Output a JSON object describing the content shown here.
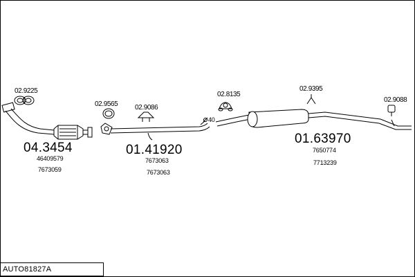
{
  "diagram_code": "AUTO81827A",
  "groups": [
    {
      "id": "front",
      "part_number": "04.3454",
      "refs": [
        "46409579",
        "7673059"
      ]
    },
    {
      "id": "middle",
      "part_number": "01.41920",
      "refs": [
        "7673063",
        "7673063"
      ]
    },
    {
      "id": "rear",
      "part_number": "01.63970",
      "refs": [
        "7650774",
        "7713239"
      ]
    }
  ],
  "hardware_labels": [
    "02.9225",
    "02.9565",
    "02.9086",
    "02.8135",
    "02.9395",
    "02.9088"
  ],
  "pipe_diameter": "40"
}
